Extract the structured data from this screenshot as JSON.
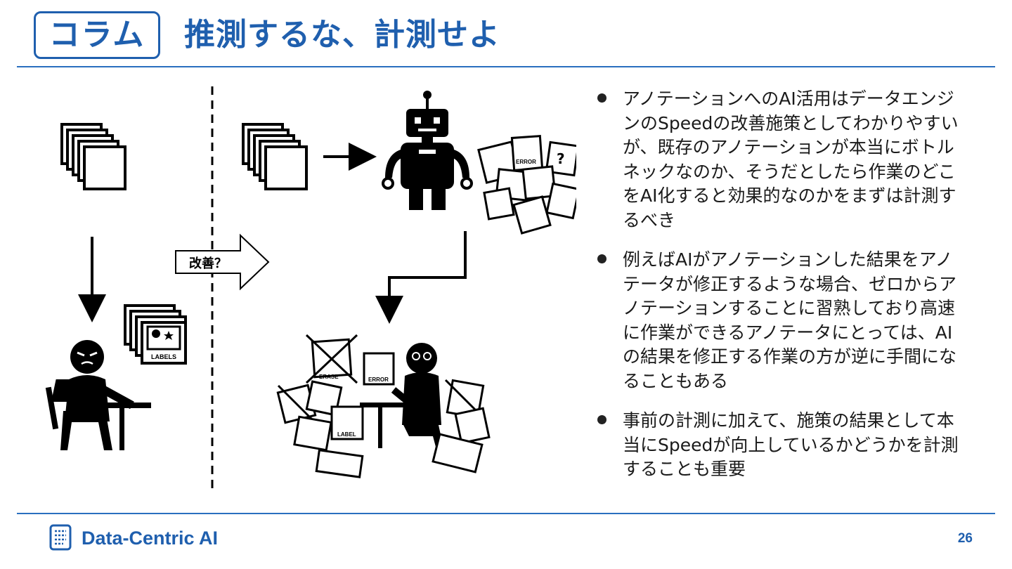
{
  "header": {
    "badge": "コラム",
    "title": "推測するな、計測せよ"
  },
  "illustration": {
    "arrow_label": "改善？",
    "labels_text": "LABELS",
    "error_text": "ERROR",
    "erase_text": "ERASE",
    "label_text": "LABEL",
    "question_mark": "?"
  },
  "bullets": [
    "アノテーションへのAI活用はデータエンジンのSpeedの改善施策としてわかりやすいが、既存のアノテーションが本当にボトルネックなのか、そうだとしたら作業のどこをAI化すると効果的なのかをまずは計測するべき",
    "例えばAIがアノテーションした結果をアノテータが修正するような場合、ゼロからアノテーションすることに習熟しており高速に作業ができるアノテータにとっては、AIの結果を修正する作業の方が逆に手間になることもある",
    "事前の計測に加えて、施策の結果として本当にSpeedが向上しているかどうかを計測することも重要"
  ],
  "footer": {
    "brand": "Data-Centric AI",
    "page": "26"
  },
  "colors": {
    "accent": "#1f5fae",
    "rule": "#2a6fbf",
    "text": "#1a1a1a"
  }
}
